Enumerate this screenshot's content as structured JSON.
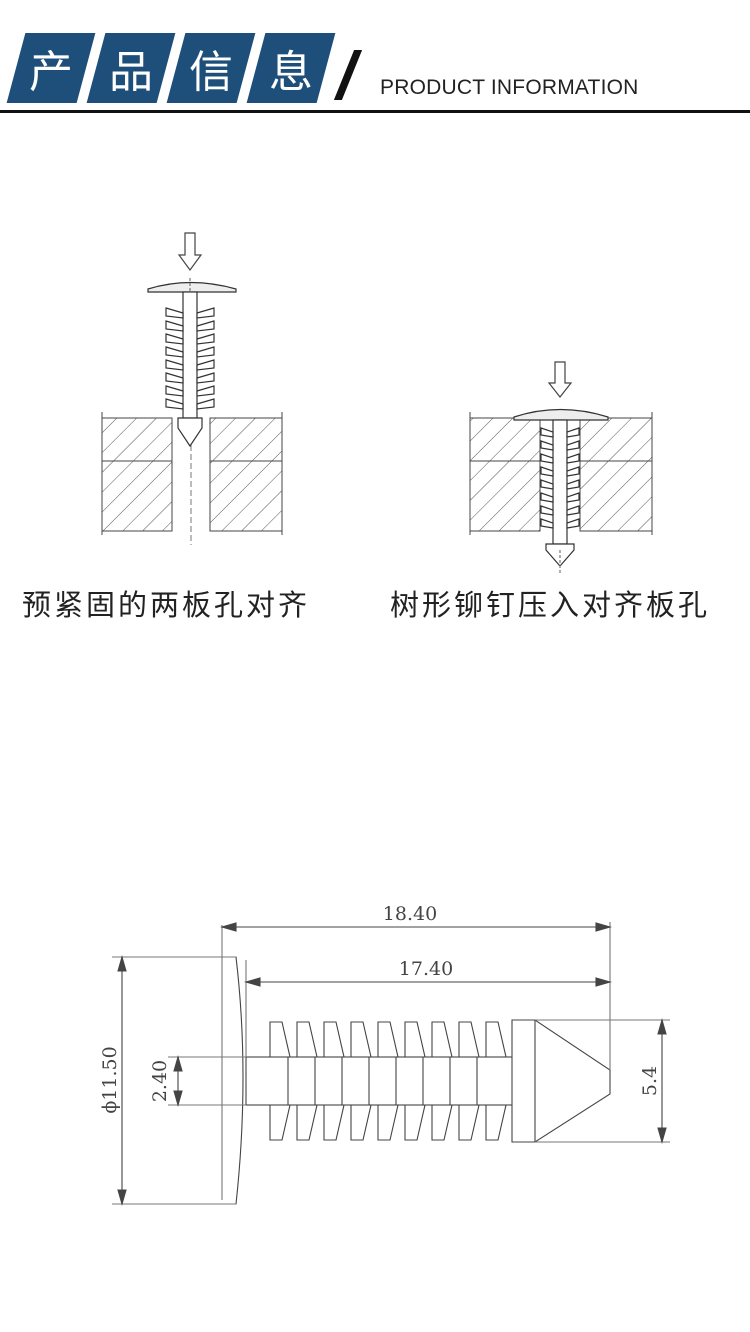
{
  "header": {
    "tiles": [
      "产",
      "品",
      "信",
      "息"
    ],
    "subtitle": "PRODUCT INFORMATION",
    "accent_color": "#1e4f7a"
  },
  "steps": [
    {
      "caption": "预紧固的两板孔对齐"
    },
    {
      "caption": "树形铆钉压入对齐板孔"
    }
  ],
  "dimensions": {
    "overall_length": "18.40",
    "shank_length": "17.40",
    "head_diameter": "ϕ11.50",
    "core_diameter": "2.40",
    "fin_width": "5.4"
  }
}
